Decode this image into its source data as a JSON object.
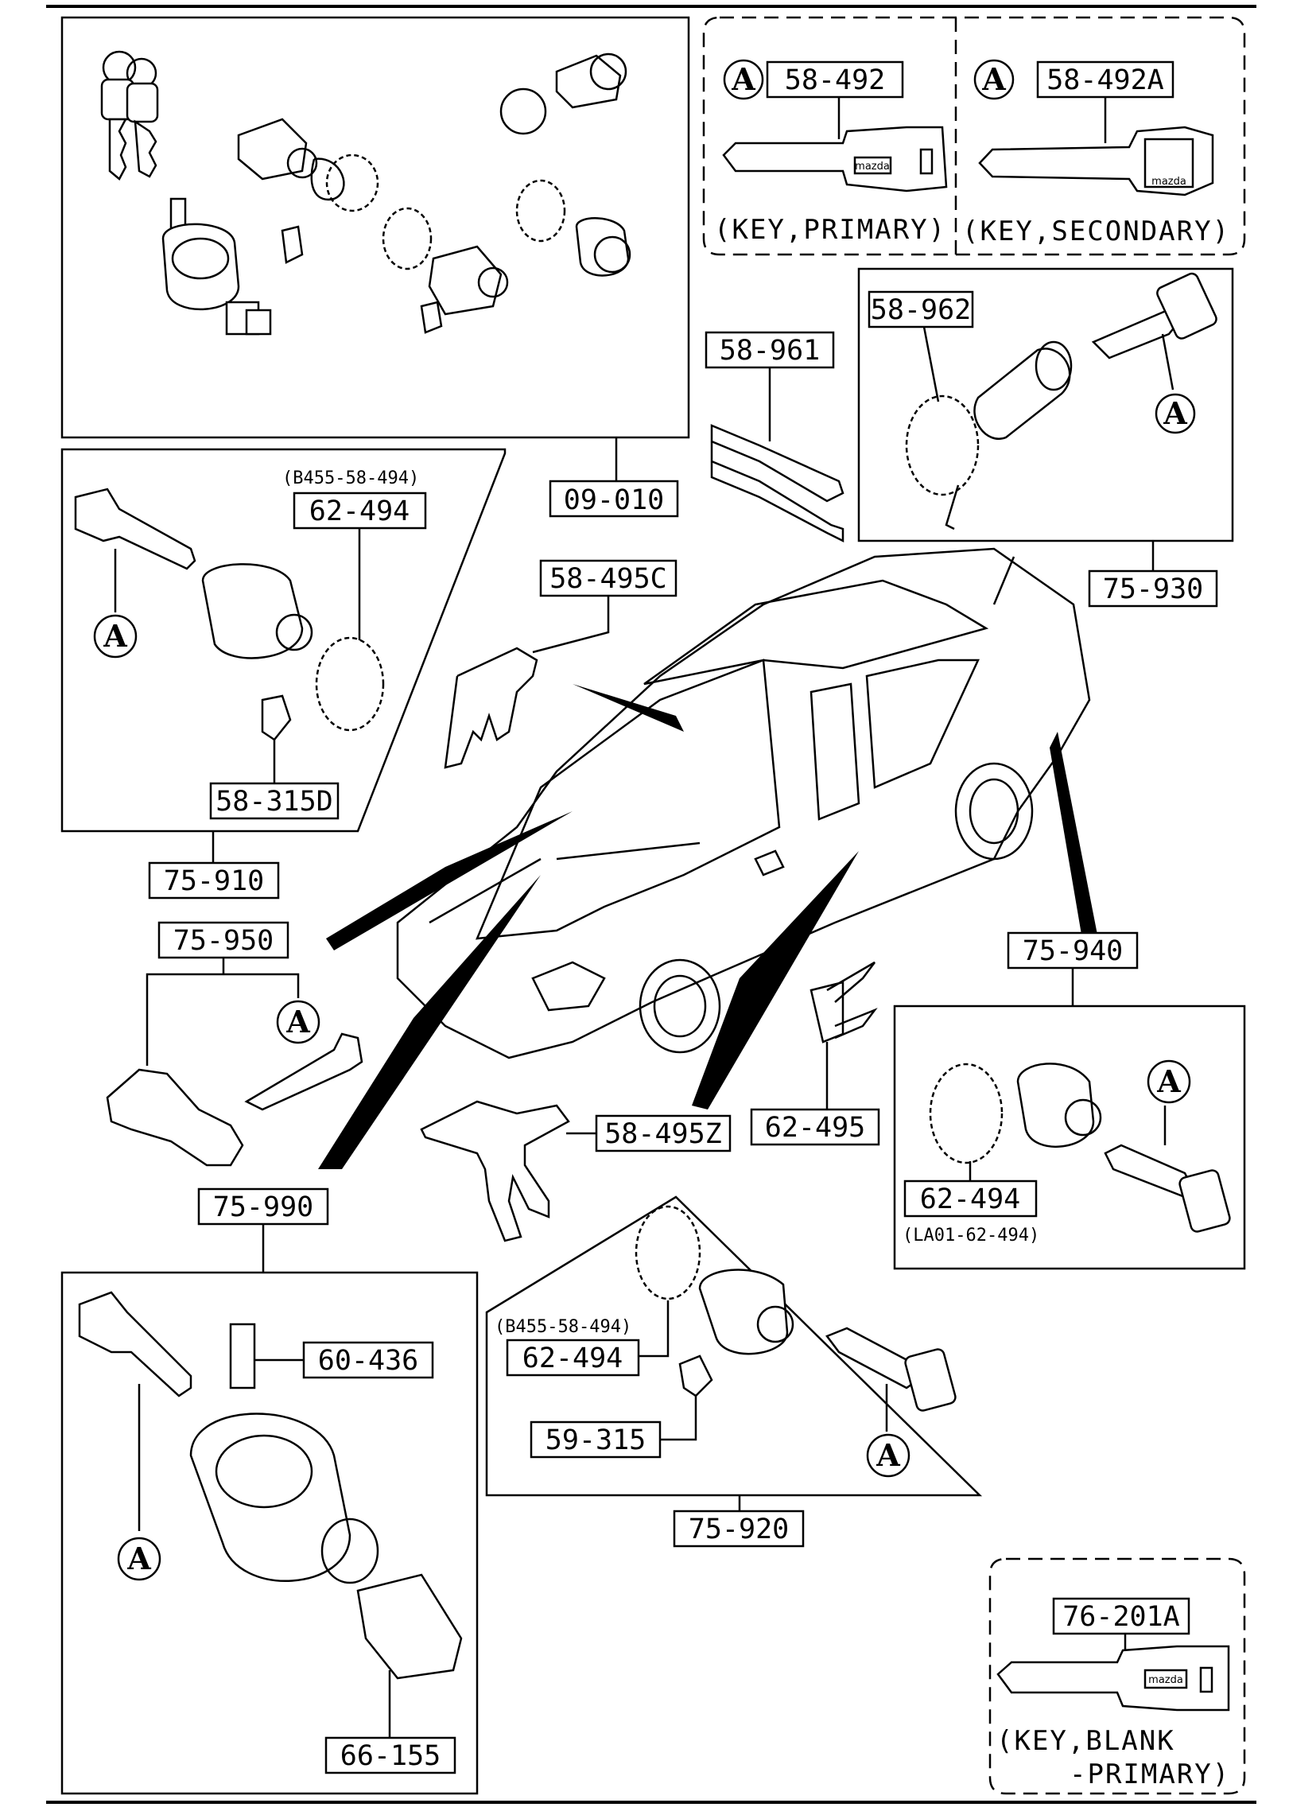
{
  "labels": {
    "key_primary": "58-492",
    "key_secondary": "58-492A",
    "tail_lock": "58-962",
    "spring_961": "58-961",
    "lock_set": "09-010",
    "door_lock_cyl": "62-494",
    "door_lock_cyl_alt": "(B455-58-494)",
    "door_lock_cyl_lower": "62-494",
    "door_lock_cyl_lower_alt": "(B455-58-494)",
    "rear_lock_cyl": "62-494",
    "rear_lock_cyl_alt": "(LA01-62-494)",
    "spring_495c": "58-495C",
    "assy_930": "75-930",
    "clip_315d": "58-315D",
    "assy_910": "75-910",
    "assy_950": "75-950",
    "assy_940": "75-940",
    "spring_495z": "58-495Z",
    "clip_62495": "62-495",
    "assy_990": "75-990",
    "bolt_60436": "60-436",
    "clip_59315": "59-315",
    "assy_920": "75-920",
    "switch_66155": "66-155",
    "key_blank": "76-201A"
  },
  "captions": {
    "key_primary": "(KEY,PRIMARY)",
    "key_secondary": "(KEY,SECONDARY)",
    "key_blank_line1": "(KEY,BLANK",
    "key_blank_line2": "-PRIMARY)"
  },
  "ref_marker": "A",
  "logo": "mazda"
}
